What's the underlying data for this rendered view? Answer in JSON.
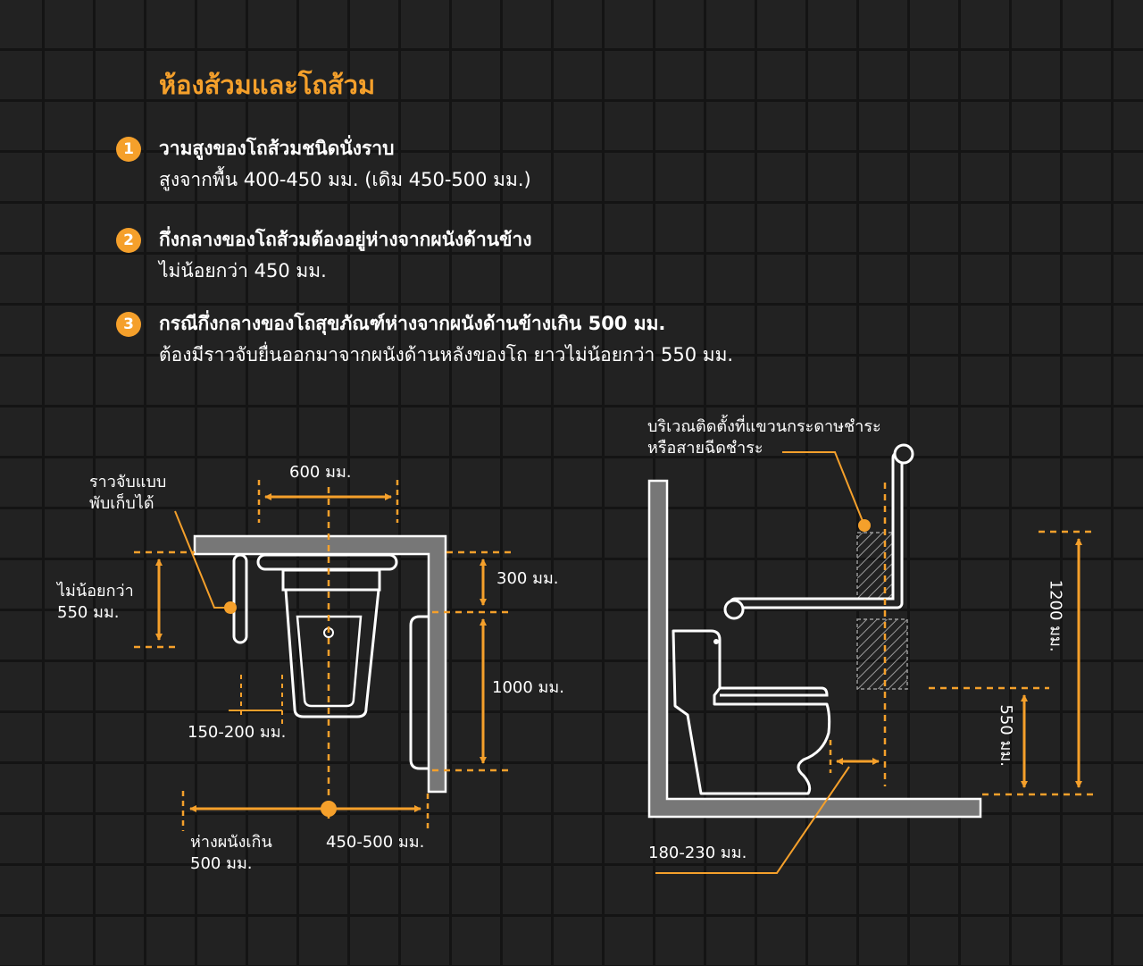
{
  "title": "ห้องส้วมและโถส้วม",
  "rules": [
    {
      "num": "1",
      "head": "วามสูงของโถส้วมชนิดนั่งราบ",
      "sub": "สูงจากพื้น 400-450 มม. (เดิม 450-500 มม.)"
    },
    {
      "num": "2",
      "head": "กึ่งกลางของโถส้วมต้องอยู่ห่างจากผนังด้านข้าง",
      "sub": "ไม่น้อยกว่า 450 มม."
    },
    {
      "num": "3",
      "head": "กรณีกึ่งกลางของโถสุขภัณฑ์ห่างจากผนังด้านข้างเกิน 500 มม.",
      "sub": "ต้องมีราวจับยื่นออกมาจากผนังด้านหลังของโถ ยาวไม่น้อยกว่า 550 มม."
    }
  ],
  "plan": {
    "dim_600": "600 มม.",
    "folding_rail_1": "ราวจับแบบ",
    "folding_rail_2": "พับเก็บได้",
    "min_550_1": "ไม่น้อยกว่า",
    "min_550_2": "550 มม.",
    "dim_300": "300 มม.",
    "dim_1000": "1000 มม.",
    "dim_150_200": "150-200 มม.",
    "far_wall_1": "ห่างผนังเกิน",
    "far_wall_2": "500 มม.",
    "dim_450_500": "450-500 มม."
  },
  "elevation": {
    "paper_area_1": "บริเวณติดตั้งที่แขวนกระดาษชำระ",
    "paper_area_2": "หรือสายฉีดชำระ",
    "dim_1200": "1200 มม.",
    "dim_550": "550 มม.",
    "dim_180_230": "180-230 มม."
  },
  "colors": {
    "accent": "#f5a02b",
    "wall_fill": "#777777",
    "line": "#ffffff",
    "bg": "#222222"
  }
}
